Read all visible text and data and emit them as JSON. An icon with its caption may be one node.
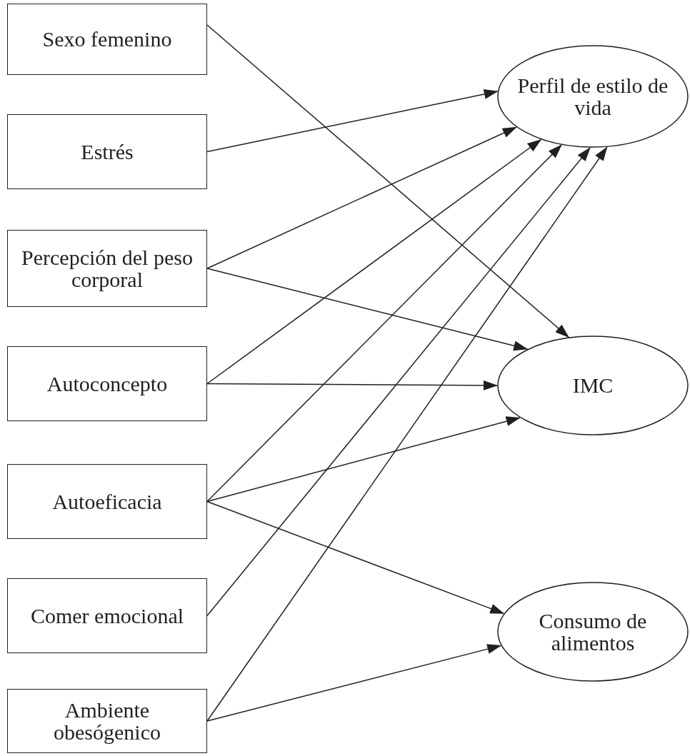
{
  "diagram": {
    "nodes": [
      {
        "text": [
          "Sexo femenino"
        ]
      },
      {
        "text": [
          "Estrés"
        ]
      },
      {
        "text": [
          "Percepción del peso corporal"
        ]
      },
      {
        "text": [
          "Autoconcepto"
        ]
      },
      {
        "text": [
          "Autoeficacia"
        ]
      },
      {
        "text": [
          "Comer emocional"
        ]
      },
      {
        "text": [
          "Ambiente obesógenico"
        ]
      },
      {
        "text": [
          "Perfil de estilo de vida"
        ]
      },
      {
        "text": [
          "IMC"
        ]
      },
      {
        "text": [
          "Consumo de alimentos"
        ]
      }
    ],
    "edges": [
      {
        "from": 0,
        "to": 8,
        "arrow": "to"
      },
      {
        "from": 1,
        "to": 7,
        "arrow": "to"
      },
      {
        "from": 2,
        "to": 7,
        "arrow": "to"
      },
      {
        "from": 2,
        "to": 8,
        "arrow": "to"
      },
      {
        "from": 3,
        "to": 7,
        "arrow": "to"
      },
      {
        "from": 3,
        "to": 8,
        "arrow": "to"
      },
      {
        "from": 4,
        "to": 7,
        "arrow": "to"
      },
      {
        "from": 4,
        "to": 8,
        "arrow": "to"
      },
      {
        "from": 4,
        "to": 9,
        "arrow": "to"
      },
      {
        "from": 5,
        "to": 7,
        "arrow": "to"
      },
      {
        "from": 6,
        "to": 7,
        "arrow": "to"
      },
      {
        "from": 6,
        "to": 9,
        "arrow": "to"
      }
    ]
  }
}
